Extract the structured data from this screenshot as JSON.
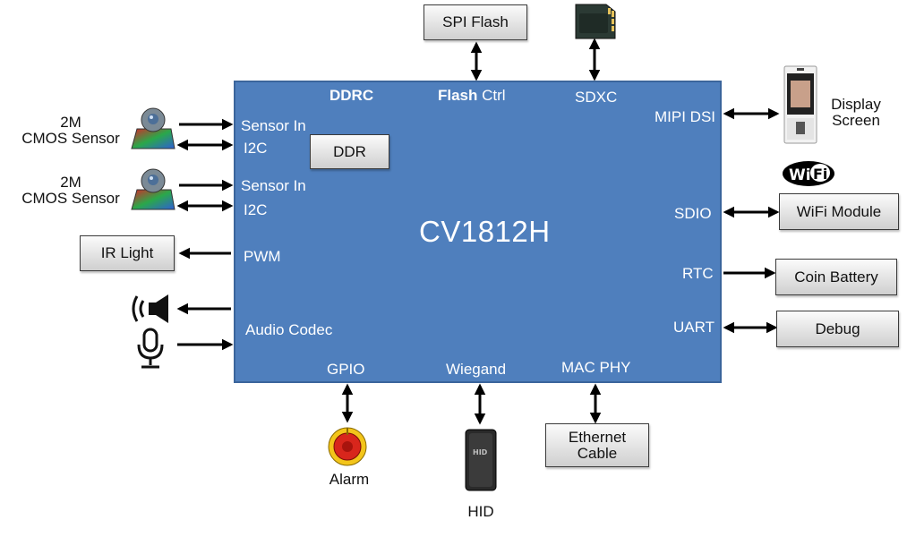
{
  "chip": {
    "name": "CV1812H",
    "ports": {
      "ddrc": "DDRC",
      "flash_bold": "Flash",
      "flash_rest": " Ctrl",
      "sdxc": "SDXC",
      "mipi": "MIPI DSI",
      "sensor_in_1": "Sensor In",
      "i2c_1": "I2C",
      "sensor_in_2": "Sensor In",
      "i2c_2": "I2C",
      "pwm": "PWM",
      "audio": "Audio Codec",
      "sdio": "SDIO",
      "rtc": "RTC",
      "uart": "UART",
      "gpio": "GPIO",
      "wiegand": "Wiegand",
      "mac": "MAC PHY"
    }
  },
  "peripherals": {
    "ddr": "DDR",
    "spi_flash": "SPI Flash",
    "ir_light": "IR Light",
    "wifi_module": "WiFi Module",
    "coin_battery": "Coin Battery",
    "debug": "Debug",
    "ethernet_l1": "Ethernet",
    "ethernet_l2": "Cable",
    "sensor1_l1": "2M",
    "sensor1_l2": "CMOS Sensor",
    "sensor2_l1": "2M",
    "sensor2_l2": "CMOS Sensor",
    "display_l1": "Display",
    "display_l2": "Screen",
    "alarm": "Alarm",
    "hid": "HID"
  },
  "logos": {
    "wifi_logo": "WiFi",
    "hid_device": "HID"
  },
  "icons": [
    "sd-card-icon",
    "camera-sensor-icon",
    "speaker-icon",
    "microphone-icon",
    "alarm-icon",
    "hid-reader-icon",
    "display-device-icon",
    "wifi-logo-icon"
  ]
}
